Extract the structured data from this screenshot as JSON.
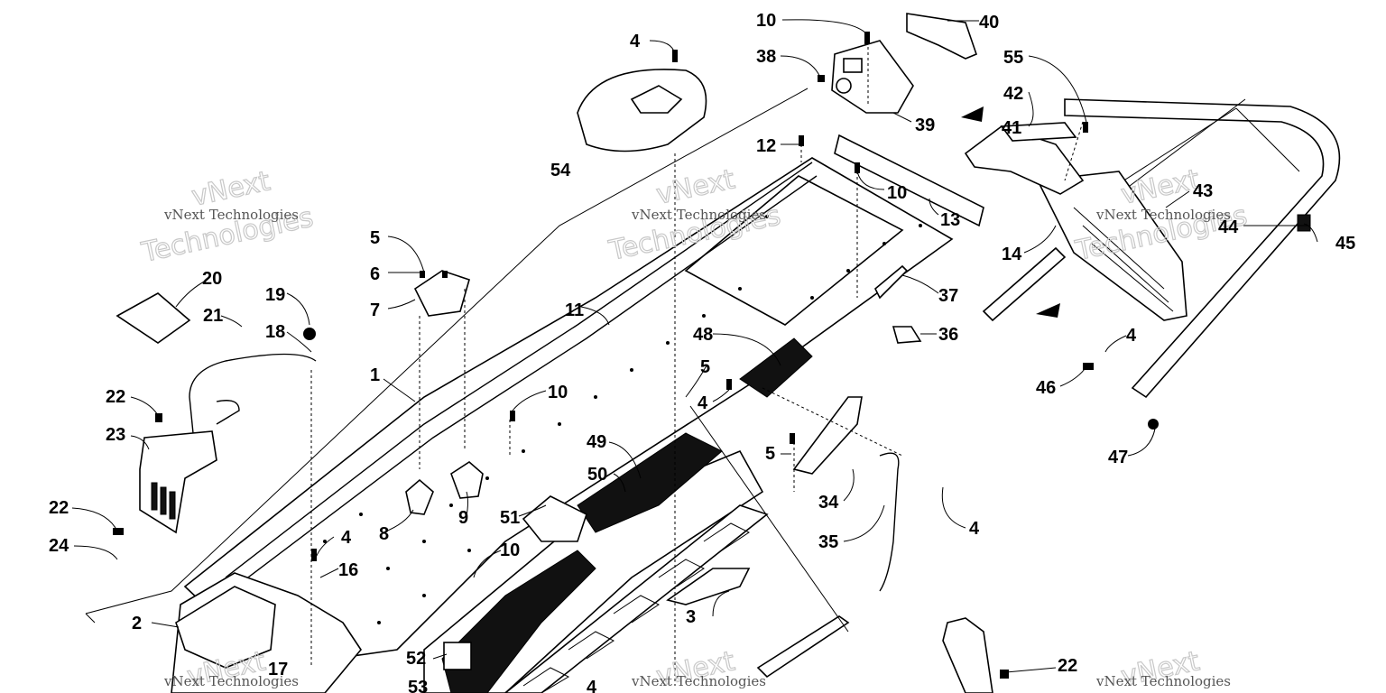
{
  "watermarks": [
    {
      "brand": "vNext Technologies",
      "word": "Technologies",
      "x": 0,
      "y": 0
    }
  ],
  "labels": [
    "1",
    "2",
    "3",
    "4",
    "5",
    "6",
    "7",
    "8",
    "9",
    "10",
    "11",
    "12",
    "13",
    "14",
    "16",
    "17",
    "18",
    "19",
    "20",
    "21",
    "22",
    "23",
    "24",
    "34",
    "35",
    "36",
    "37",
    "38",
    "39",
    "40",
    "41",
    "42",
    "43",
    "44",
    "45",
    "46",
    "47",
    "48",
    "49",
    "50",
    "51",
    "52",
    "53",
    "54",
    "55"
  ],
  "callouts": {
    "c1": "1",
    "c2": "2",
    "c3": "3",
    "c4a": "4",
    "c4b": "4",
    "c4c": "4",
    "c4d": "4",
    "c4e": "4",
    "c4f": "4",
    "c5a": "5",
    "c5b": "5",
    "c5c": "5",
    "c6": "6",
    "c7": "7",
    "c8": "8",
    "c9": "9",
    "c10a": "10",
    "c10b": "10",
    "c10c": "10",
    "c10d": "10",
    "c11": "11",
    "c12": "12",
    "c13": "13",
    "c14": "14",
    "c16": "16",
    "c17": "17",
    "c18": "18",
    "c19": "19",
    "c20": "20",
    "c21": "21",
    "c22a": "22",
    "c22b": "22",
    "c22c": "22",
    "c23": "23",
    "c24": "24",
    "c34": "34",
    "c35": "35",
    "c36": "36",
    "c37": "37",
    "c38": "38",
    "c39": "39",
    "c40": "40",
    "c41": "41",
    "c42": "42",
    "c43": "43",
    "c44": "44",
    "c45": "45",
    "c46": "46",
    "c47": "47",
    "c48": "48",
    "c49": "49",
    "c50": "50",
    "c51": "51",
    "c52": "52",
    "c53": "53",
    "c54": "54",
    "c55": "55"
  },
  "watermark_text": {
    "brand": "vNext Technologies",
    "word": "Technologies",
    "brand_short": "vNext"
  }
}
